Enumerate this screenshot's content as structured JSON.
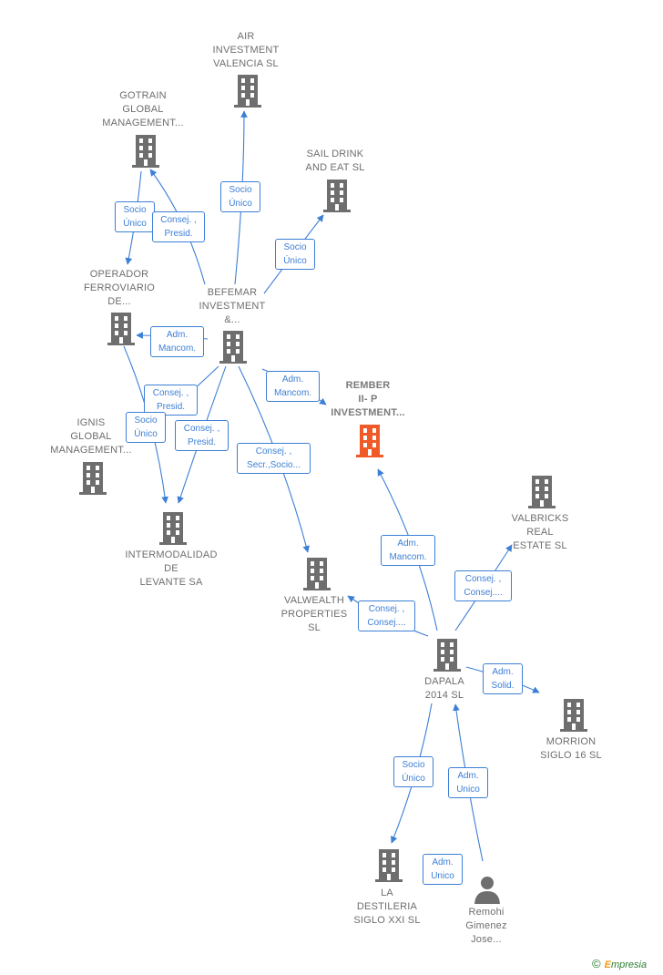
{
  "nodes": {
    "air": {
      "label": "AIR\nINVESTMENT\nVALENCIA  SL",
      "icon": "building-icon"
    },
    "gotrain": {
      "label": "GOTRAIN\nGLOBAL\nMANAGEMENT...",
      "icon": "building-icon"
    },
    "sail": {
      "label": "SAIL DRINK\nAND EAT  SL",
      "icon": "building-icon"
    },
    "operador": {
      "label": "OPERADOR\nFERROVIARIO\nDE...",
      "icon": "building-icon"
    },
    "befemar": {
      "label": "BEFEMAR\nINVESTMENT\n&...",
      "icon": "building-icon"
    },
    "rember": {
      "label": "REMBER\nII- P\nINVESTMENT...",
      "icon": "building-icon",
      "color": "#f05a28"
    },
    "ignis": {
      "label": "IGNIS\nGLOBAL\nMANAGEMENT...",
      "icon": "building-icon"
    },
    "intermodalidad": {
      "label": "INTERMODALIDAD\nDE\nLEVANTE SA",
      "icon": "building-icon"
    },
    "valbricks": {
      "label": "VALBRICKS\nREAL\nESTATE  SL",
      "icon": "building-icon"
    },
    "valwealth": {
      "label": "VALWEALTH\nPROPERTIES\nSL",
      "icon": "building-icon"
    },
    "dapala": {
      "label": "DAPALA\n2014  SL",
      "icon": "building-icon"
    },
    "morrion": {
      "label": "MORRION\nSIGLO 16  SL",
      "icon": "building-icon"
    },
    "destileria": {
      "label": "LA\nDESTILERIA\nSIGLO XXI  SL",
      "icon": "building-icon"
    },
    "remohi": {
      "label": "Remohi\nGimenez\nJose...",
      "icon": "person-icon"
    }
  },
  "edge_labels": {
    "air_socio": "Socio\nÚnico",
    "gotrain_socio": "Socio\nÚnico",
    "gotrain_consej": "Consej. ,\nPresid.",
    "sail_socio": "Socio\nÚnico",
    "operador_adm": "Adm.\nMancom.",
    "rember_adm_befemar": "Adm.\nMancom.",
    "inter_consej_1": "Consej. ,\nPresid.",
    "inter_socio": "Socio\nÚnico",
    "inter_consej_2": "Consej. ,\nPresid.",
    "valwealth_consej_befemar": "Consej. ,\nSecr.,Socio...",
    "rember_adm_dapala": "Adm.\nMancom.",
    "valbricks_consej": "Consej. ,\nConsej....",
    "valwealth_consej_dapala": "Consej. ,\nConsej....",
    "morrion_adm": "Adm.\nSolid.",
    "destileria_socio": "Socio\nÚnico",
    "dapala_adm": "Adm.\nUnico",
    "destileria_adm": "Adm.\nUnico"
  },
  "colors": {
    "edge": "#3d7fd6",
    "icon": "#6e6e6e",
    "highlight": "#f05a28"
  },
  "brand": {
    "copyright": "©",
    "e": "E",
    "rest": "mpresia"
  }
}
